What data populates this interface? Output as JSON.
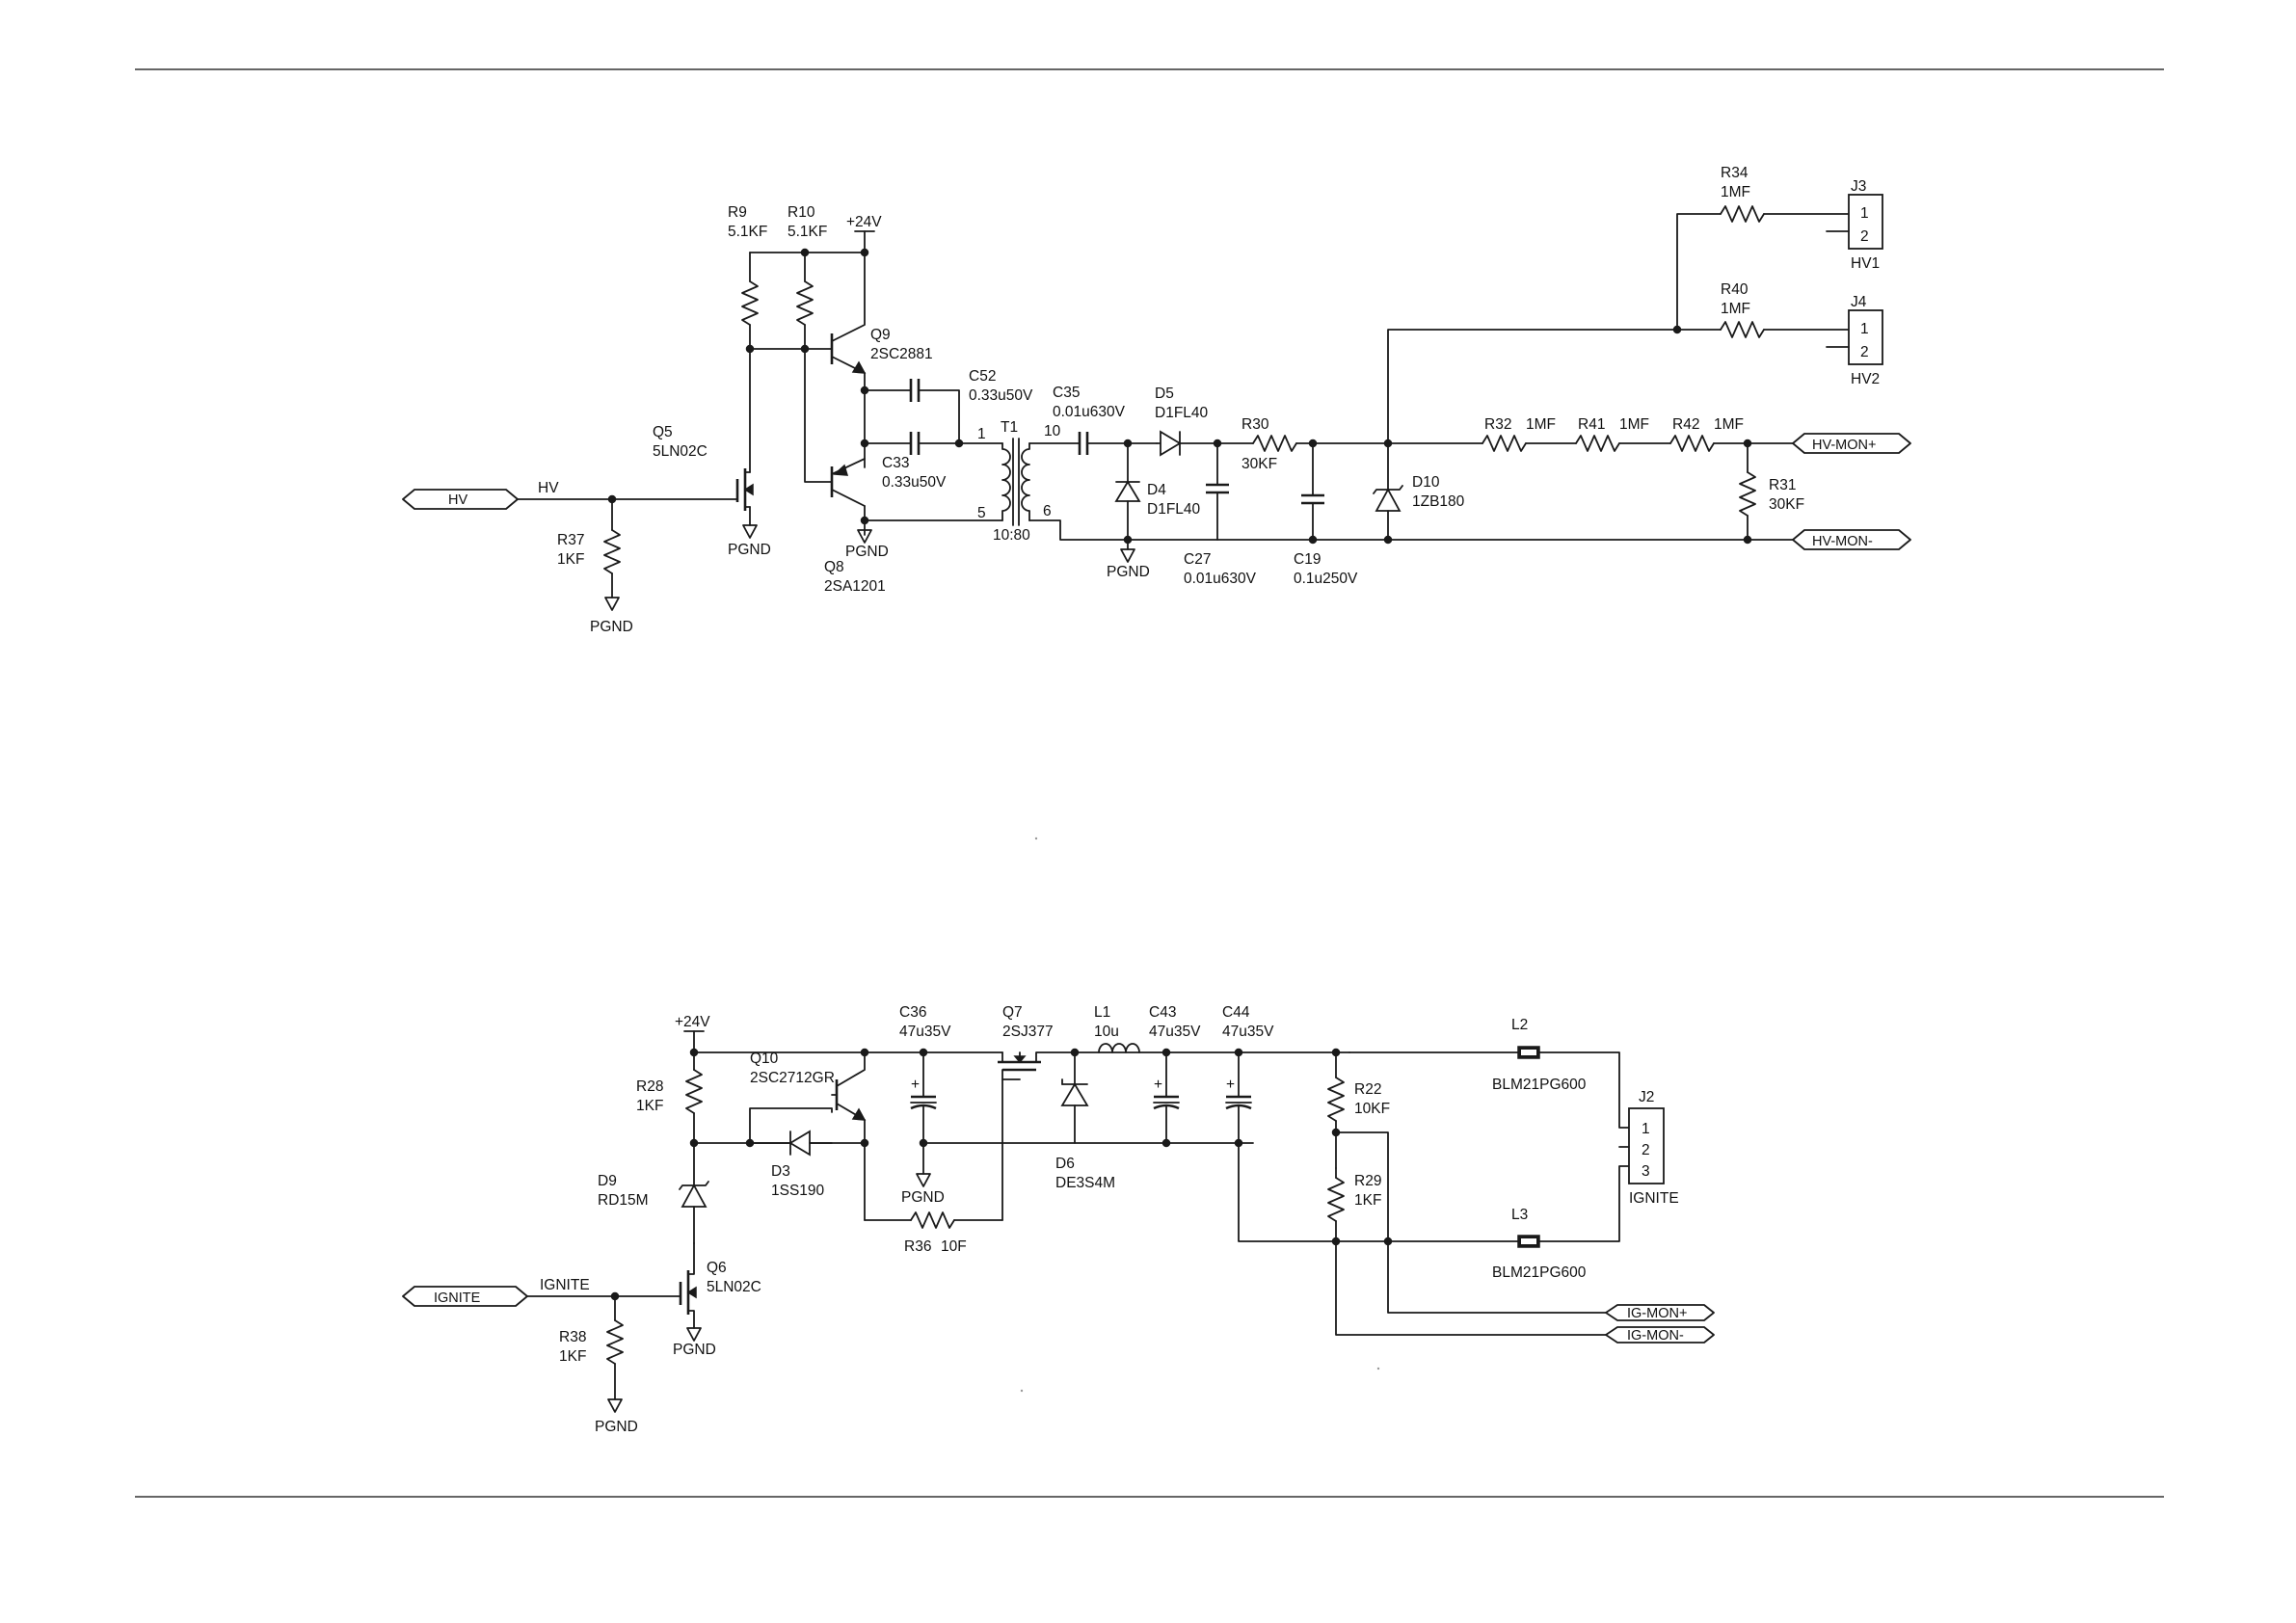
{
  "hv_circuit": {
    "R9": {
      "ref": "R9",
      "value": "5.1KF"
    },
    "R10": {
      "ref": "R10",
      "value": "5.1KF"
    },
    "supply_24v": "+24V",
    "Q9": {
      "ref": "Q9",
      "part": "2SC2881"
    },
    "Q8": {
      "ref": "Q8",
      "part": "2SA1201"
    },
    "Q5": {
      "ref": "Q5",
      "part": "5LN02C"
    },
    "C52": {
      "ref": "C52",
      "value": "0.33u50V"
    },
    "C33": {
      "ref": "C33",
      "value": "0.33u50V"
    },
    "C35": {
      "ref": "C35",
      "value": "0.01u630V"
    },
    "D5": {
      "ref": "D5",
      "part": "D1FL40"
    },
    "D4": {
      "ref": "D4",
      "part": "D1FL40"
    },
    "R30": {
      "ref": "R30",
      "value": "30KF"
    },
    "C27": {
      "ref": "C27",
      "value": "0.01u630V"
    },
    "C19": {
      "ref": "C19",
      "value": "0.1u250V"
    },
    "D10": {
      "ref": "D10",
      "part": "1ZB180"
    },
    "R32": {
      "ref": "R32",
      "value": "1MF"
    },
    "R41": {
      "ref": "R41",
      "value": "1MF"
    },
    "R42": {
      "ref": "R42",
      "value": "1MF"
    },
    "R31": {
      "ref": "R31",
      "value": "30KF"
    },
    "R34": {
      "ref": "R34",
      "value": "1MF"
    },
    "R40": {
      "ref": "R40",
      "value": "1MF"
    },
    "R37": {
      "ref": "R37",
      "value": "1KF"
    },
    "T1": {
      "ref": "T1",
      "ratio": "10:80",
      "pin1": "1",
      "pin5": "5",
      "pin10": "10",
      "pin6": "6"
    },
    "J3": {
      "ref": "J3",
      "pin1": "1",
      "pin2": "2",
      "name": "HV1"
    },
    "J4": {
      "ref": "J4",
      "pin1": "1",
      "pin2": "2",
      "name": "HV2"
    },
    "port_hv": "HV",
    "net_hv": "HV",
    "port_hv_mon_plus": "HV-MON+",
    "port_hv_mon_minus": "HV-MON-",
    "pgnd": "PGND"
  },
  "ignite_circuit": {
    "supply_24v": "+24V",
    "R28": {
      "ref": "R28",
      "value": "1KF"
    },
    "Q10": {
      "ref": "Q10",
      "part": "2SC2712GR"
    },
    "D3": {
      "ref": "D3",
      "part": "1SS190"
    },
    "D9": {
      "ref": "D9",
      "part": "RD15M"
    },
    "Q6": {
      "ref": "Q6",
      "part": "5LN02C"
    },
    "R38": {
      "ref": "R38",
      "value": "1KF"
    },
    "C36": {
      "ref": "C36",
      "value": "47u35V"
    },
    "Q7": {
      "ref": "Q7",
      "part": "2SJ377"
    },
    "R36": {
      "ref": "R36",
      "value": "10F"
    },
    "D6": {
      "ref": "D6",
      "part": "DE3S4M"
    },
    "L1": {
      "ref": "L1",
      "value": "10u"
    },
    "C43": {
      "ref": "C43",
      "value": "47u35V"
    },
    "C44": {
      "ref": "C44",
      "value": "47u35V"
    },
    "R22": {
      "ref": "R22",
      "value": "10KF"
    },
    "R29": {
      "ref": "R29",
      "value": "1KF"
    },
    "L2": {
      "ref": "L2",
      "part": "BLM21PG600"
    },
    "L3": {
      "ref": "L3",
      "part": "BLM21PG600"
    },
    "J2": {
      "ref": "J2",
      "pin1": "1",
      "pin2": "2",
      "pin3": "3",
      "name": "IGNITE"
    },
    "port_ignite": "IGNITE",
    "net_ignite": "IGNITE",
    "port_ig_mon_plus": "IG-MON+",
    "port_ig_mon_minus": "IG-MON-",
    "pgnd": "PGND",
    "plus_sign": "+"
  }
}
